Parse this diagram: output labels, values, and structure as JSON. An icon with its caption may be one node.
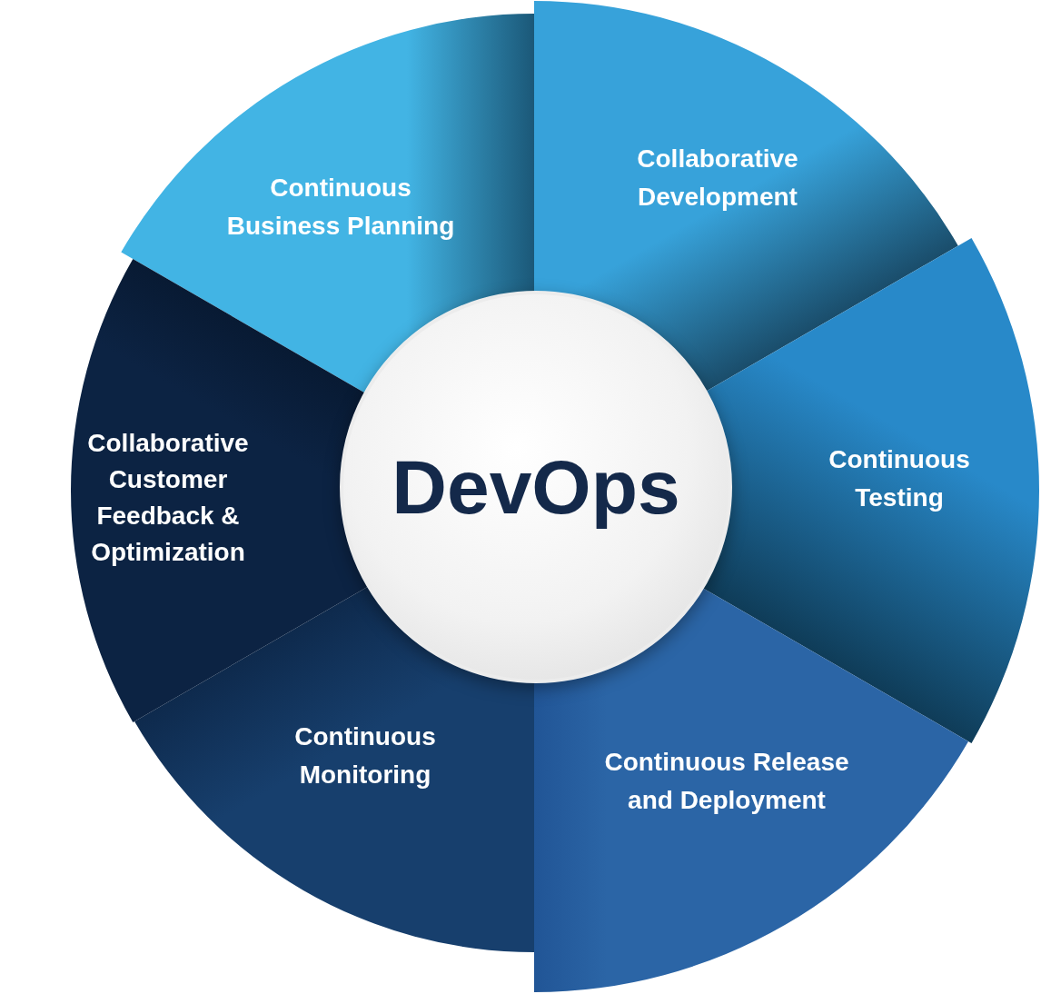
{
  "diagram": {
    "nodes": [
      {
        "text": [
          "Continuous Business Planning"
        ]
      },
      {
        "text": [
          "Collaborative Development"
        ]
      },
      {
        "text": [
          "Continuous Testing"
        ]
      },
      {
        "text": [
          "Continuous Release and Deployment"
        ]
      },
      {
        "text": [
          "Continuous Monitoring"
        ]
      },
      {
        "text": [
          "Collaborative Customer Feedback & Optimization"
        ]
      },
      {
        "text": [
          "DevOps"
        ]
      }
    ]
  }
}
